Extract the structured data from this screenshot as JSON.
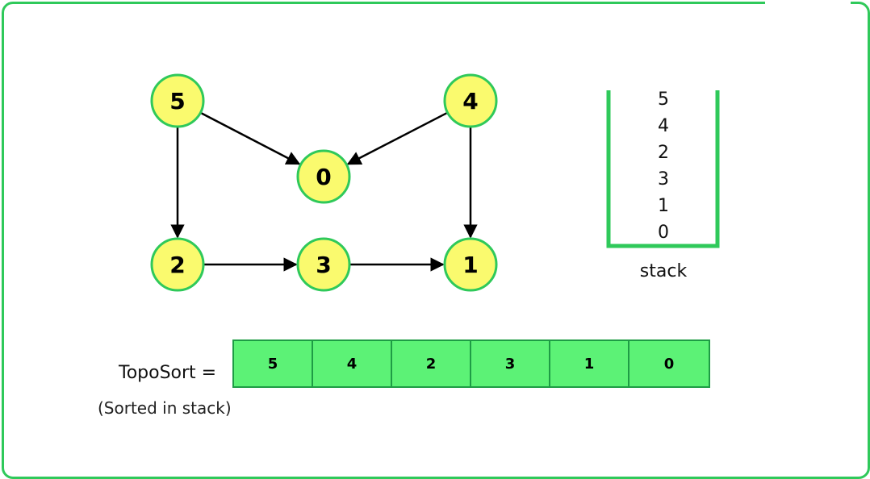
{
  "colors": {
    "frame": "#2fc95a",
    "node_fill": "#fafa6e",
    "node_stroke": "#2fc95a",
    "cell_fill": "#5cf276",
    "cell_border": "#1e9c45"
  },
  "graph": {
    "nodes": [
      {
        "id": "5",
        "label": "5"
      },
      {
        "id": "4",
        "label": "4"
      },
      {
        "id": "0",
        "label": "0"
      },
      {
        "id": "2",
        "label": "2"
      },
      {
        "id": "3",
        "label": "3"
      },
      {
        "id": "1",
        "label": "1"
      }
    ],
    "edges": [
      {
        "from": "5",
        "to": "0"
      },
      {
        "from": "4",
        "to": "0"
      },
      {
        "from": "5",
        "to": "2"
      },
      {
        "from": "4",
        "to": "1"
      },
      {
        "from": "2",
        "to": "3"
      },
      {
        "from": "3",
        "to": "1"
      }
    ]
  },
  "stack": {
    "items": [
      "5",
      "4",
      "2",
      "3",
      "1",
      "0"
    ],
    "label": "stack"
  },
  "topo": {
    "label": "TopoSort =",
    "note": "(Sorted in stack)",
    "values": [
      "5",
      "4",
      "2",
      "3",
      "1",
      "0"
    ]
  }
}
